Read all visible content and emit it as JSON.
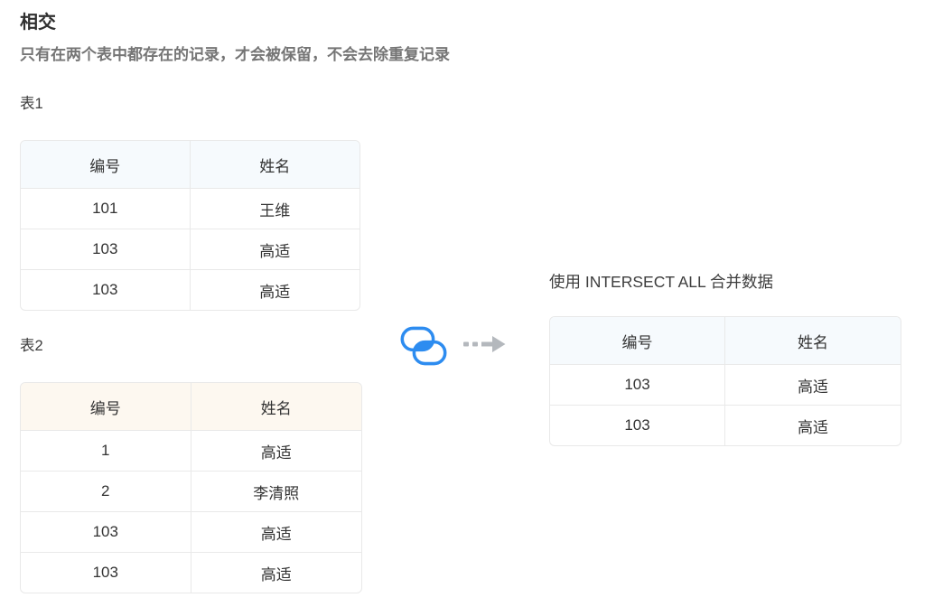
{
  "page": {
    "title": "相交",
    "subtitle": "只有在两个表中都存在的记录，才会被保留，不会去除重复记录"
  },
  "tables": {
    "table1": {
      "label": "表1",
      "headers": [
        "编号",
        "姓名"
      ],
      "rows": [
        [
          "101",
          "王维"
        ],
        [
          "103",
          "高适"
        ],
        [
          "103",
          "高适"
        ]
      ]
    },
    "table2": {
      "label": "表2",
      "headers": [
        "编号",
        "姓名"
      ],
      "rows": [
        [
          "1",
          "高适"
        ],
        [
          "2",
          "李清照"
        ],
        [
          "103",
          "高适"
        ],
        [
          "103",
          "高适"
        ]
      ]
    },
    "result": {
      "label": "使用 INTERSECT ALL 合并数据",
      "headers": [
        "编号",
        "姓名"
      ],
      "rows": [
        [
          "103",
          "高适"
        ],
        [
          "103",
          "高适"
        ]
      ]
    }
  },
  "connector": {
    "operation_icon": "intersect-icon",
    "arrow_icon": "dashed-arrow-right-icon"
  },
  "colors": {
    "accent_blue": "#2d8cf0",
    "arrow_gray": "#b4b8bd",
    "border": "#e9e9e9",
    "header_blue": "#f6fafd",
    "header_cream": "#fdf8f0",
    "text_dark": "#303030",
    "text_cell": "#333333",
    "text_muted": "#757575"
  }
}
